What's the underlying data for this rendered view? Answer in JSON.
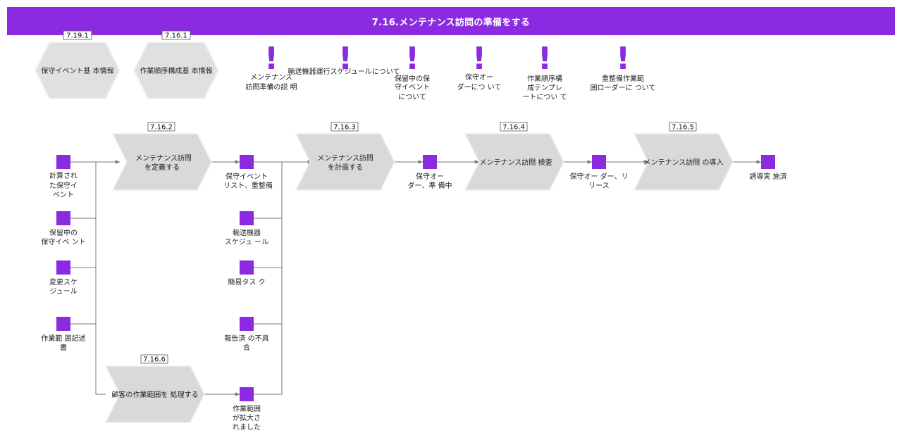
{
  "title": "7.16.メンテナンス訪問の準備をする",
  "colors": {
    "accent": "#8a2be2",
    "shape_fill": "#d9d9d9",
    "connector": "#777777"
  },
  "references": [
    {
      "id": "7.19.1",
      "label": [
        "保守イベント基 本情報"
      ]
    },
    {
      "id": "7.16.1",
      "label": [
        "作業順序構成基 本情報"
      ]
    }
  ],
  "info_marks": [
    {
      "icon": "exclamation-icon",
      "label": [
        "メンテナンス",
        "訪問準備の説 明"
      ]
    },
    {
      "icon": "exclamation-icon",
      "label": [
        "輸送機器運行スケジュールについて"
      ]
    },
    {
      "icon": "exclamation-icon",
      "label": [
        "保留中の保",
        "守イベント",
        "について"
      ]
    },
    {
      "icon": "exclamation-icon",
      "label": [
        "保守オー",
        "ダーにつ いて"
      ]
    },
    {
      "icon": "exclamation-icon",
      "label": [
        "作業順序構",
        "成テンプレ",
        "ートについ て"
      ]
    },
    {
      "icon": "exclamation-icon",
      "label": [
        "重整備作業範",
        "囲ローダーに ついて"
      ]
    }
  ],
  "processes": [
    {
      "id": "7.16.2",
      "label": [
        "メンテナンス訪問",
        "を定義する"
      ]
    },
    {
      "id": "7.16.3",
      "label": [
        "メンテナンス訪問",
        "を計画する"
      ]
    },
    {
      "id": "7.16.4",
      "label": [
        "メンテナンス訪問 検査"
      ]
    },
    {
      "id": "7.16.5",
      "label": [
        "メンテナンス訪問 の導入"
      ]
    },
    {
      "id": "7.16.6",
      "label": [
        "顧客の作業範囲を 処理する"
      ]
    }
  ],
  "events": [
    {
      "key": "calc",
      "label": [
        "計算され",
        "た保守イ",
        "ベント"
      ]
    },
    {
      "key": "pending",
      "label": [
        "保留中の",
        "保守イベ ント"
      ]
    },
    {
      "key": "change",
      "label": [
        "変更スケ",
        "ジュール"
      ]
    },
    {
      "key": "scope",
      "label": [
        "作業範 囲記述",
        "書"
      ]
    },
    {
      "key": "list",
      "label": [
        "保守イベント",
        "リスト、重整備"
      ]
    },
    {
      "key": "transport",
      "label": [
        "輸送機器",
        "スケジュ ール"
      ]
    },
    {
      "key": "task",
      "label": [
        "簡易タス ク"
      ]
    },
    {
      "key": "defect",
      "label": [
        "報告済 の不具",
        "合"
      ]
    },
    {
      "key": "expanded",
      "label": [
        "作業範囲",
        "が拡大さ",
        "れました"
      ]
    },
    {
      "key": "order_ready",
      "label": [
        "保守オー",
        "ダー、準 備中"
      ]
    },
    {
      "key": "released",
      "label": [
        "保守オー ダー、リ",
        "リース"
      ]
    },
    {
      "key": "done",
      "label": [
        "誘導実 施済"
      ]
    }
  ]
}
